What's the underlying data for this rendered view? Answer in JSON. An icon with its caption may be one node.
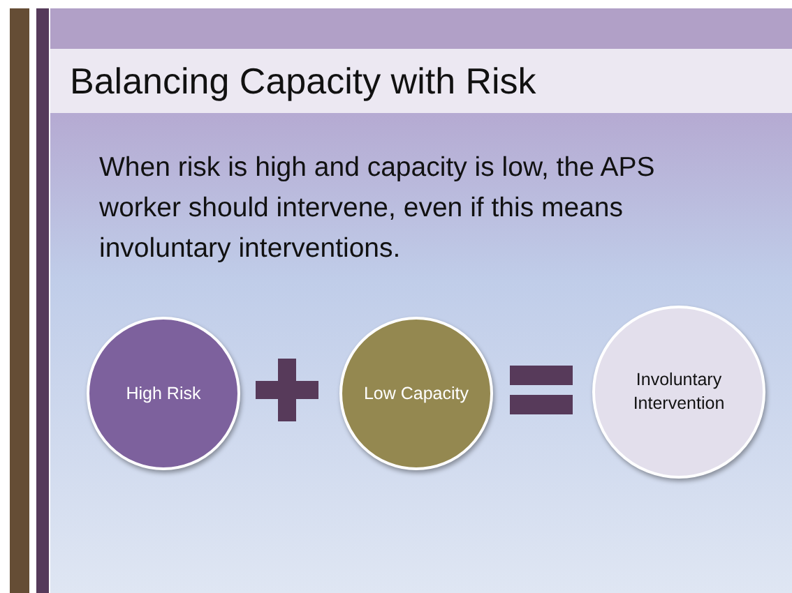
{
  "diagram": {
    "title": "Balancing Capacity with Risk",
    "nodes": [
      {
        "text": [
          "High Risk"
        ]
      },
      {
        "text": [
          "Low Capacity"
        ]
      },
      {
        "text": [
          "Involuntary Intervention"
        ]
      }
    ],
    "labels": [
      "When risk is high and capacity is low, the APS worker should intervene, even if this means involuntary interventions."
    ]
  }
}
